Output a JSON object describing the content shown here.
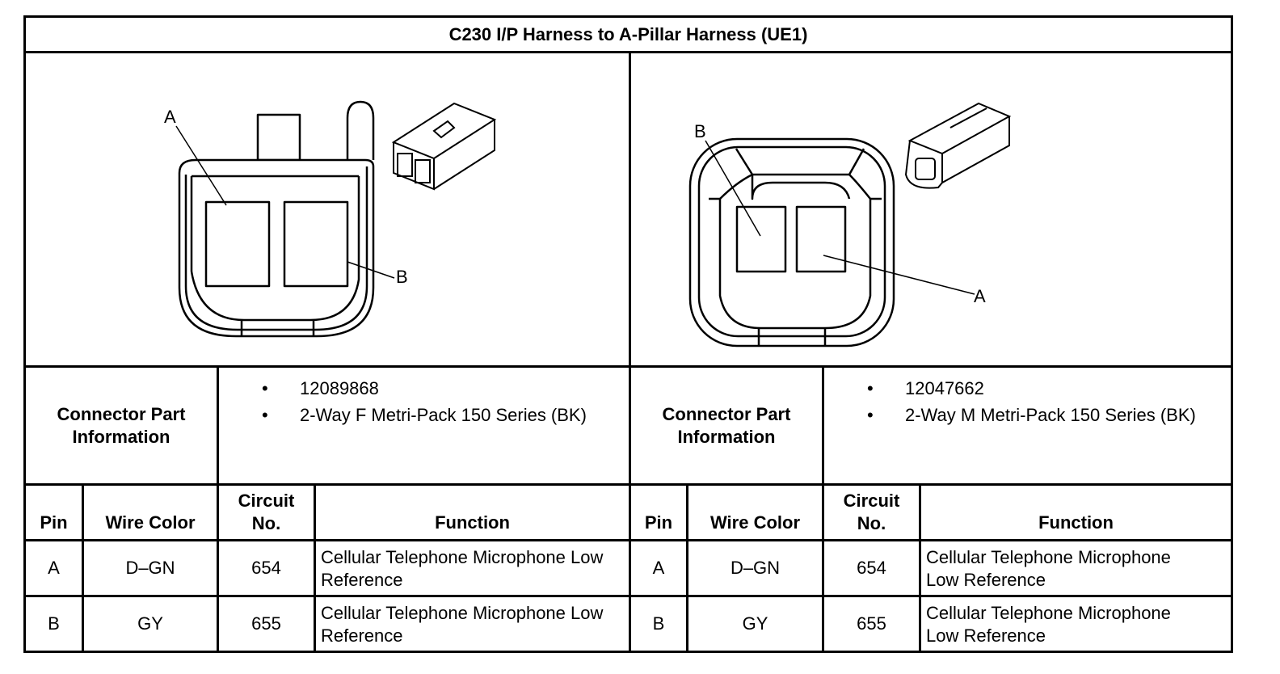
{
  "title": "C230 I/P Harness to A-Pillar Harness (UE1)",
  "connectors": [
    {
      "part_label": "Connector Part Information",
      "part_lines": [
        "12089868",
        "2-Way F Metri-Pack 150 Series (BK)"
      ],
      "callouts": {
        "first": "A",
        "second": "B"
      },
      "headers": {
        "pin": "Pin",
        "wire_color": "Wire Color",
        "circuit": "Circuit No.",
        "function": "Function"
      },
      "rows": [
        {
          "pin": "A",
          "wire_color": "D–GN",
          "circuit": "654",
          "function": "Cellular Telephone Microphone Low Reference"
        },
        {
          "pin": "B",
          "wire_color": "GY",
          "circuit": "655",
          "function": "Cellular Telephone Microphone Low Reference"
        }
      ]
    },
    {
      "part_label": "Connector Part Information",
      "part_lines": [
        "12047662",
        "2-Way M Metri-Pack 150 Series (BK)"
      ],
      "callouts": {
        "first": "B",
        "second": "A"
      },
      "headers": {
        "pin": "Pin",
        "wire_color": "Wire Color",
        "circuit": "Circuit No.",
        "function": "Function"
      },
      "rows": [
        {
          "pin": "A",
          "wire_color": "D–GN",
          "circuit": "654",
          "function": "Cellular Telephone Microphone Low Reference"
        },
        {
          "pin": "B",
          "wire_color": "GY",
          "circuit": "655",
          "function": "Cellular Telephone Microphone Low Reference"
        }
      ]
    }
  ],
  "bullet_glyph": "•"
}
